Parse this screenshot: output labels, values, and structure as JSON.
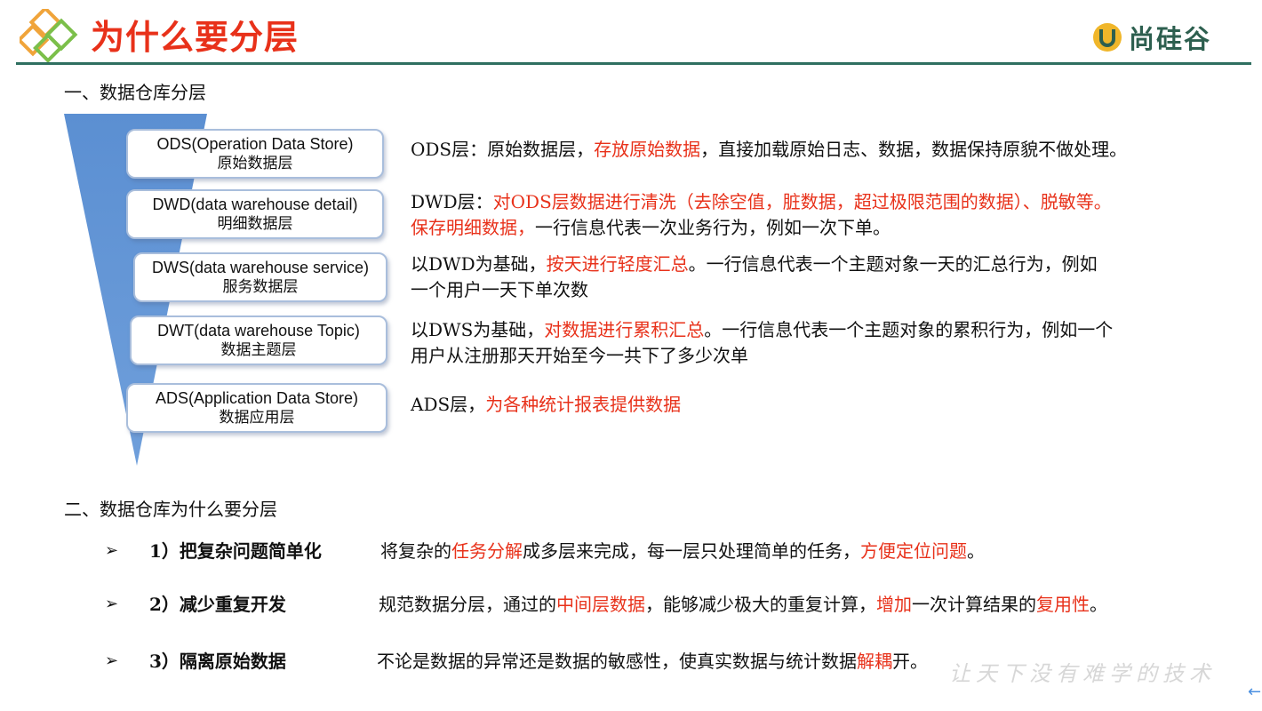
{
  "header": {
    "title": "为什么要分层",
    "brand_text": "尚硅谷",
    "brand_color": "#2d5f4f",
    "accent_color": "#e8311a"
  },
  "section1": {
    "heading": "一、数据仓库分层"
  },
  "layers": [
    {
      "name": "ODS(Operation Data Store)",
      "cn": "原始数据层",
      "desc_lines": [
        [
          {
            "t": "ODS层：原始数据层，",
            "red": false
          },
          {
            "t": "存放原始数据",
            "red": true
          },
          {
            "t": "，直接加载原始日志、数据，数据保持原貌不做处理。",
            "red": false
          }
        ]
      ]
    },
    {
      "name": "DWD(data warehouse detail)",
      "cn": "明细数据层",
      "desc_lines": [
        [
          {
            "t": "DWD层：",
            "red": false
          },
          {
            "t": "对ODS层数据进行清洗（去除空值，脏数据，超过极限范围的数据）、脱敏等。",
            "red": true
          }
        ],
        [
          {
            "t": "保存明细数据，",
            "red": true
          },
          {
            "t": "一行信息代表一次业务行为，例如一次下单。",
            "red": false
          }
        ]
      ]
    },
    {
      "name": "DWS(data warehouse service)",
      "cn": "服务数据层",
      "desc_lines": [
        [
          {
            "t": "以DWD为基础，",
            "red": false
          },
          {
            "t": "按天进行轻度汇总",
            "red": true
          },
          {
            "t": "。一行信息代表一个主题对象一天的汇总行为，例如",
            "red": false
          }
        ],
        [
          {
            "t": "一个用户一天下单次数",
            "red": false
          }
        ]
      ]
    },
    {
      "name": "DWT(data warehouse Topic)",
      "cn": "数据主题层",
      "desc_lines": [
        [
          {
            "t": "以DWS为基础，",
            "red": false
          },
          {
            "t": "对数据进行累积汇总",
            "red": true
          },
          {
            "t": "。一行信息代表一个主题对象的累积行为，例如一个",
            "red": false
          }
        ],
        [
          {
            "t": "用户从注册那天开始至今一共下了多少次单",
            "red": false
          }
        ]
      ]
    },
    {
      "name": "ADS(Application Data Store)",
      "cn": "数据应用层",
      "desc_lines": [
        [
          {
            "t": "ADS层，",
            "red": false
          },
          {
            "t": "为各种统计报表提供数据",
            "red": true
          }
        ]
      ]
    }
  ],
  "section2": {
    "heading": "二、数据仓库为什么要分层"
  },
  "reasons": [
    {
      "bullet": "➢",
      "label": "1）把复杂问题简单化",
      "text": [
        {
          "t": "将复杂的",
          "red": false
        },
        {
          "t": "任务分解",
          "red": true
        },
        {
          "t": "成多层来完成，每一层只处理简单的任务，",
          "red": false
        },
        {
          "t": "方便定位问题",
          "red": true
        },
        {
          "t": "。",
          "red": false
        }
      ]
    },
    {
      "bullet": "➢",
      "label": "2）减少重复开发",
      "text": [
        {
          "t": "规范数据分层，通过的",
          "red": false
        },
        {
          "t": "中间层数据",
          "red": true
        },
        {
          "t": "，能够减少极大的重复计算，",
          "red": false
        },
        {
          "t": "增加",
          "red": true
        },
        {
          "t": "一次计算结果的",
          "red": false
        },
        {
          "t": "复用性",
          "red": true
        },
        {
          "t": "。",
          "red": false
        }
      ]
    },
    {
      "bullet": "➢",
      "label": "3）隔离原始数据",
      "text": [
        {
          "t": "不论是数据的异常还是数据的敏感性，使真实数据与统计数据",
          "red": false
        },
        {
          "t": "解耦",
          "red": true
        },
        {
          "t": "开。",
          "red": false
        }
      ]
    }
  ],
  "watermark": "让天下没有难学的技术",
  "icons": [
    "diamond-logo-icon",
    "brand-logo-icon",
    "funnel-shape",
    "arrow-bullet-icon",
    "back-arrow-icon"
  ]
}
